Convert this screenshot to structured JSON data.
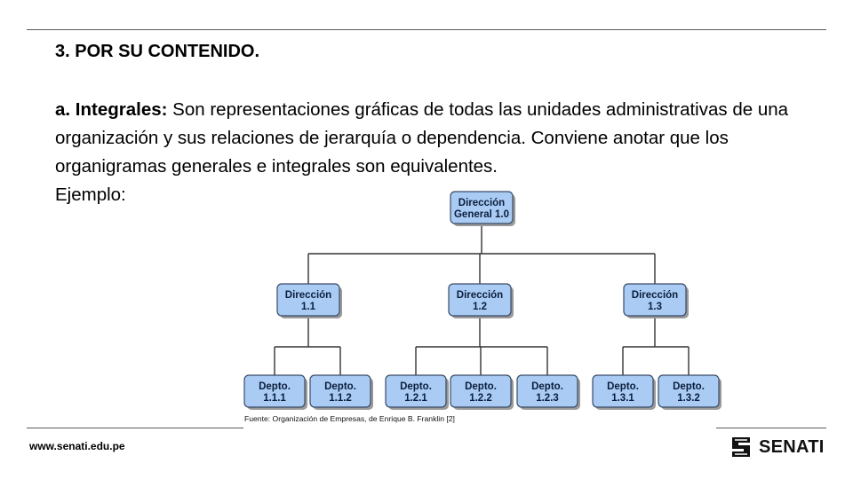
{
  "slide": {
    "heading": "3. POR SU CONTENIDO.",
    "term": "a. Integrales:",
    "paragraph": " Son representaciones gráficas de todas las unidades administrativas de una organización y sus relaciones de jerarquía o dependencia. Conviene anotar que los organigramas generales e integrales son equivalentes.",
    "example_label": "Ejemplo:"
  },
  "org_chart": {
    "root": {
      "line1": "Dirección",
      "line2": "General 1.0"
    },
    "directions": [
      {
        "line1": "Dirección",
        "line2": "1.1",
        "depts": [
          {
            "line1": "Depto.",
            "line2": "1.1.1"
          },
          {
            "line1": "Depto.",
            "line2": "1.1.2"
          }
        ]
      },
      {
        "line1": "Dirección",
        "line2": "1.2",
        "depts": [
          {
            "line1": "Depto.",
            "line2": "1.2.1"
          },
          {
            "line1": "Depto.",
            "line2": "1.2.2"
          },
          {
            "line1": "Depto.",
            "line2": "1.2.3"
          }
        ]
      },
      {
        "line1": "Dirección",
        "line2": "1.3",
        "depts": [
          {
            "line1": "Depto.",
            "line2": "1.3.1"
          },
          {
            "line1": "Depto.",
            "line2": "1.3.2"
          }
        ]
      }
    ],
    "source": "Fuente: Organización de Empresas, de Enrique B. Franklin [2]",
    "colors": {
      "box_fill": "#a9cbf4",
      "box_stroke": "#3a4a66",
      "line": "#333333"
    }
  },
  "footer": {
    "url": "www.senati.edu.pe",
    "logo_text": "SENATI"
  }
}
